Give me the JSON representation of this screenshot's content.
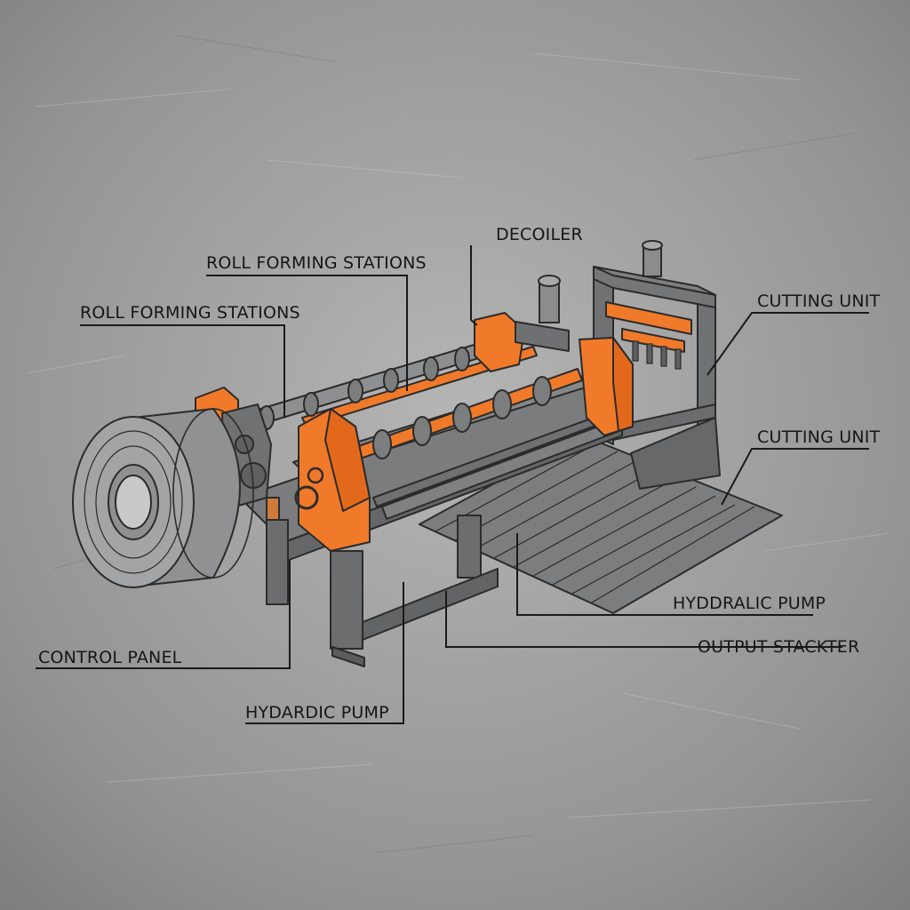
{
  "labels": {
    "decoiler": "DECOILER",
    "roll_forming_stations_1": "ROLL FORMING STATIONS",
    "roll_forming_stations_2": "ROLL FORMING STATIONS",
    "cutting_unit_1": "CUTTING UNIT",
    "cutting_unit_2": "CUTTING UNIT",
    "hydraulic_pump_right": "HYDDRALIC PUMP",
    "output_stacker": "OUTPUT STACKTER",
    "control_panel": "CONTROL PANEL",
    "hydraulic_pump_bottom": "HYDARDIC PUMP"
  },
  "colors": {
    "background": "#9a9b9a",
    "machine_frame": "#6e7071",
    "accent_orange": "#f07a2a",
    "coil": "#9c9d9e",
    "outline": "#2b2b2b"
  }
}
